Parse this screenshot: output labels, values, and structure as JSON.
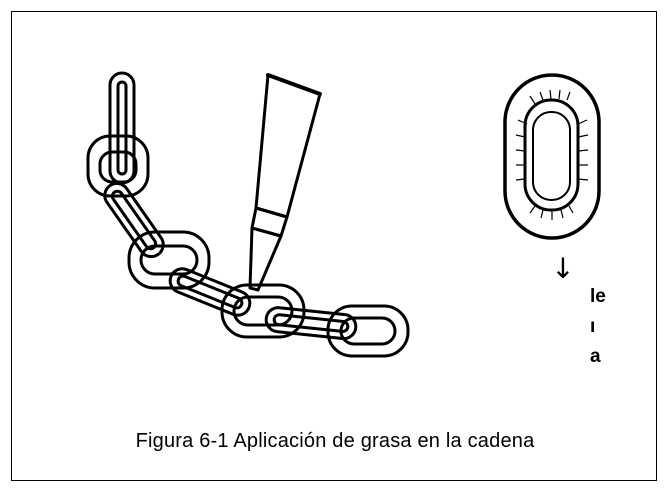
{
  "figure": {
    "caption": "Figura 6-1 Aplicación de grasa en la cadena",
    "inset_arrow": "↓",
    "truncated_text": [
      "le",
      "ı",
      "a"
    ]
  },
  "icons": [
    "chain-icon",
    "grease-tube-icon",
    "chain-link-crosssection-icon",
    "down-arrow-icon"
  ],
  "colors": {
    "ink": "#000000",
    "paper": "#ffffff"
  }
}
